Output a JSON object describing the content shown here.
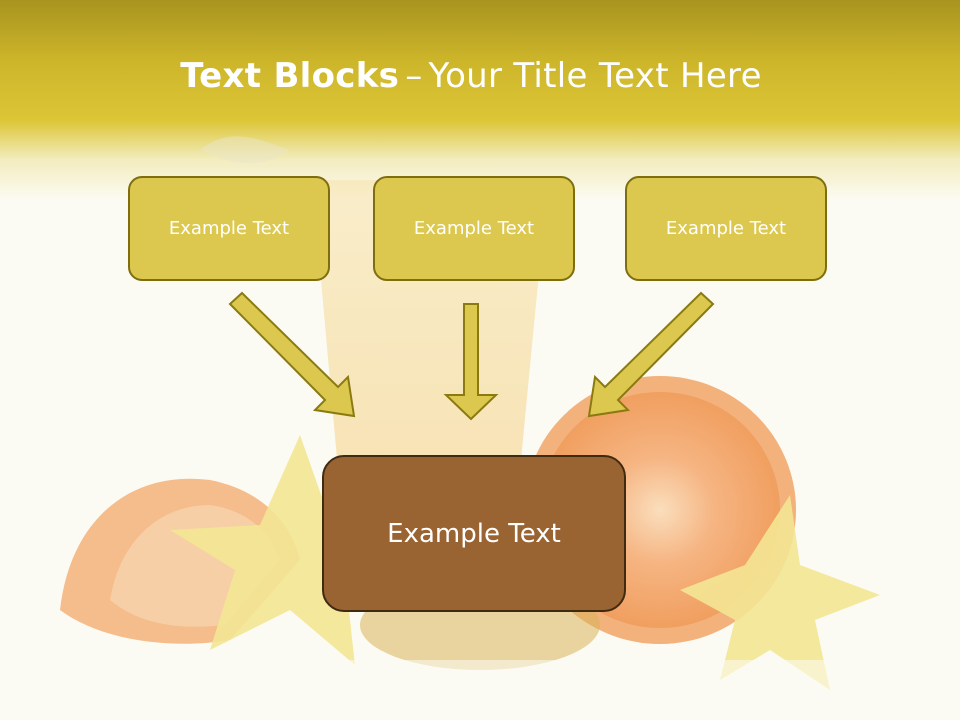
{
  "slide": {
    "title_bold": "Text Blocks",
    "title_dash": "–",
    "title_rest": "Your Title Text Here",
    "box_left": "Example Text",
    "box_center": "Example Text",
    "box_right": "Example Text",
    "box_main": "Example Text"
  },
  "colors": {
    "header_gold": "#cdb52a",
    "box_fill": "#dcc84e",
    "box_border": "#7f6e0e",
    "main_fill": "#9a6332",
    "arrow_fill": "#dcc84e"
  },
  "background_image": {
    "icon": "citrus-fruit-photo"
  }
}
